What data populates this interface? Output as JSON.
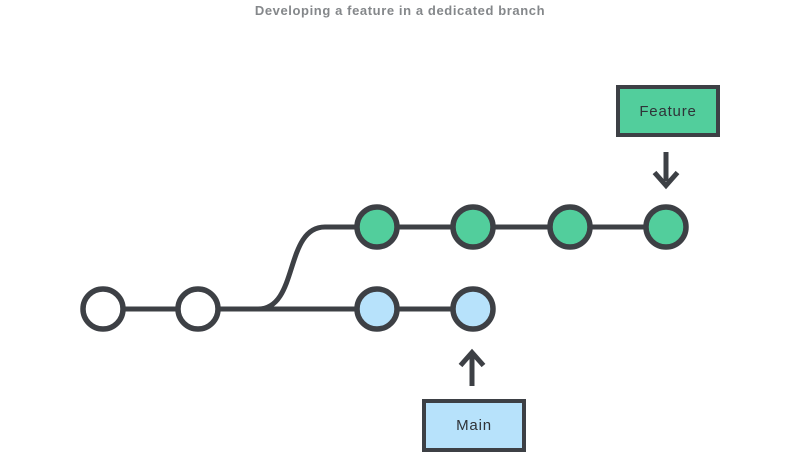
{
  "title": "Developing a feature in a dedicated branch",
  "colors": {
    "outline_dark": "#3d4045",
    "feature_green": "#52ce9c",
    "main_blue": "#b7e2fb",
    "commit_white": "#ffffff",
    "title_gray": "#84878a",
    "background": "#ffffff"
  },
  "diagram": {
    "type": "git-branch-diagram",
    "main_branch": {
      "label": "Main",
      "commit_colors": [
        "#ffffff",
        "#ffffff",
        "#b7e2fb",
        "#b7e2fb"
      ]
    },
    "feature_branch": {
      "label": "Feature",
      "commit_colors": [
        "#52ce9c",
        "#52ce9c",
        "#52ce9c",
        "#52ce9c"
      ]
    }
  }
}
